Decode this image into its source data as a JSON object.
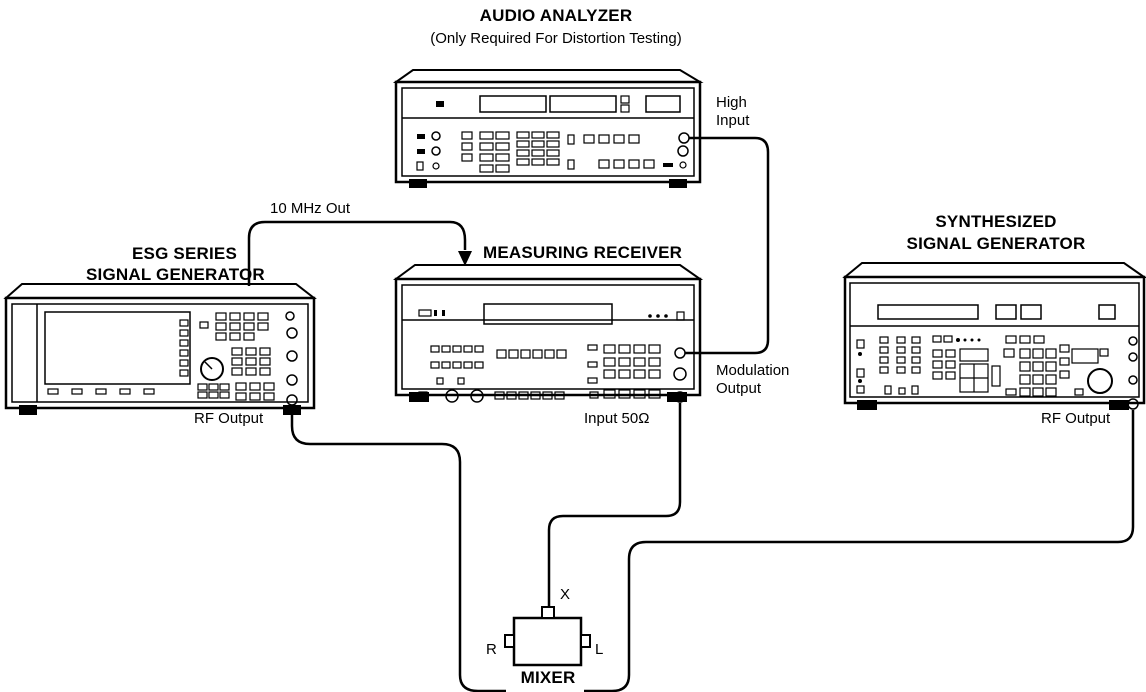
{
  "instruments": {
    "audio_analyzer": {
      "title": "AUDIO ANALYZER",
      "subtitle": "(Only Required For Distortion Testing)",
      "port_line1": "High",
      "port_line2": "Input"
    },
    "esg": {
      "title_line1": "ESG SERIES",
      "title_line2": "SIGNAL GENERATOR",
      "port": "RF Output"
    },
    "measuring_receiver": {
      "title": "MEASURING RECEIVER",
      "port_modulation_line1": "Modulation",
      "port_modulation_line2": "Output",
      "port_input": "Input 50Ω"
    },
    "synth": {
      "title_line1": "SYNTHESIZED",
      "title_line2": "SIGNAL GENERATOR",
      "port": "RF Output"
    },
    "mixer": {
      "title": "MIXER",
      "port_r": "R",
      "port_x": "X",
      "port_l": "L"
    }
  },
  "cables": {
    "ref_label": "10 MHz Out"
  }
}
